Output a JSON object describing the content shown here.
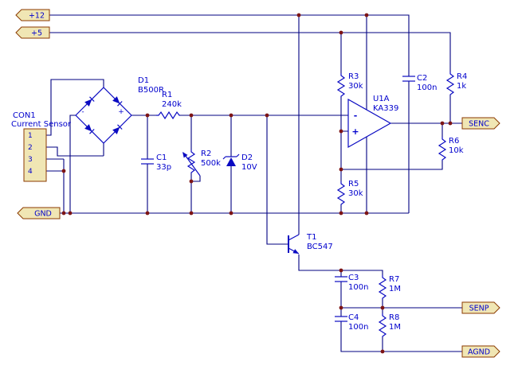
{
  "colors": {
    "background": "#FFFFFF",
    "wire": "#000082",
    "symbol": "#0A0AC2",
    "text": "#0000CD",
    "junction": "#7D1414",
    "port_fill": "#F0E6B4",
    "port_border": "#8B3A00"
  },
  "schematic": {
    "ports": {
      "p12": "+12",
      "p5": "+5",
      "gnd": "GND",
      "senc": "SENC",
      "senp": "SENP",
      "agnd": "AGND"
    },
    "con1": {
      "ref": "CON1",
      "desc": "Current Sensor",
      "pin1": "1",
      "pin2": "2",
      "pin3": "3",
      "pin4": "4"
    },
    "d1": {
      "ref": "D1",
      "val": "B500R",
      "plus": "+",
      "minus": "-"
    },
    "r1": {
      "ref": "R1",
      "val": "240k"
    },
    "c1": {
      "ref": "C1",
      "val": "33p"
    },
    "r2": {
      "ref": "R2",
      "val": "500k"
    },
    "d2": {
      "ref": "D2",
      "val": "10V"
    },
    "r3": {
      "ref": "R3",
      "val": "30k"
    },
    "r5": {
      "ref": "R5",
      "val": "30k"
    },
    "u1": {
      "ref": "U1A",
      "val": "KA339",
      "inv": "-",
      "noninv": "+"
    },
    "c2": {
      "ref": "C2",
      "val": "100n"
    },
    "r4": {
      "ref": "R4",
      "val": "1k"
    },
    "r6": {
      "ref": "R6",
      "val": "10k"
    },
    "t1": {
      "ref": "T1",
      "val": "BC547"
    },
    "c3": {
      "ref": "C3",
      "val": "100n"
    },
    "r7": {
      "ref": "R7",
      "val": "1M"
    },
    "c4": {
      "ref": "C4",
      "val": "100n"
    },
    "r8": {
      "ref": "R8",
      "val": "1M"
    }
  }
}
